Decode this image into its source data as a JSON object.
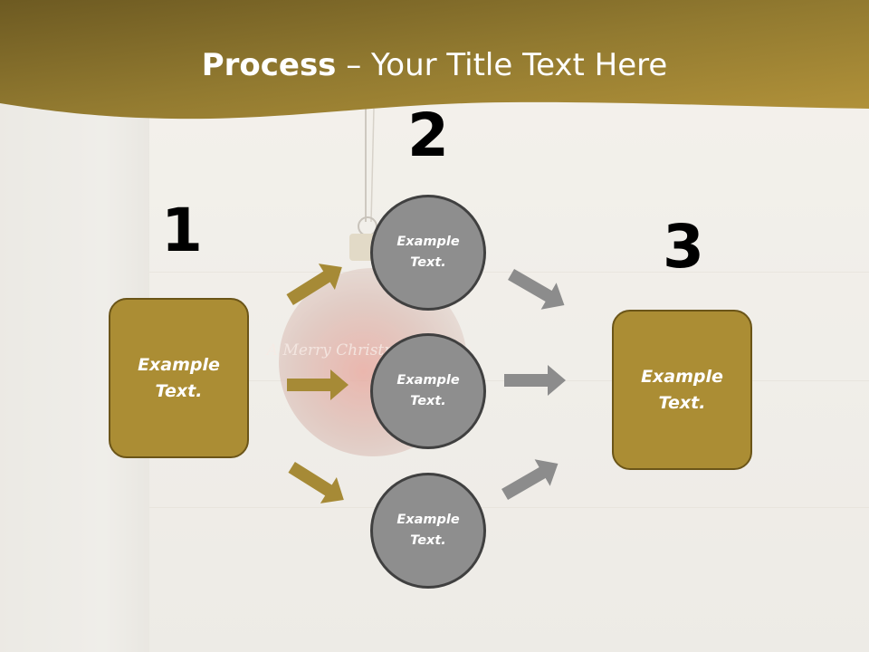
{
  "title": {
    "bold": "Process",
    "rest": " – Your Title Text Here"
  },
  "steps": [
    {
      "number": "1",
      "text": "Example Text."
    },
    {
      "number": "2"
    },
    {
      "number": "3",
      "text": "Example Text."
    }
  ],
  "circles": [
    {
      "text": "Example Text."
    },
    {
      "text": "Example Text."
    },
    {
      "text": "Example Text."
    }
  ],
  "ornament": {
    "text": "A Merry Christmas To You"
  },
  "colors": {
    "banner_dark": "#6d5a22",
    "banner_light": "#b3933a",
    "box_fill": "#ab8d34",
    "box_border": "#6b5518",
    "circle_fill": "#8e8e8e",
    "circle_border": "#404040",
    "arrow_in": "#a68a36",
    "arrow_out": "#8c8c8c"
  }
}
